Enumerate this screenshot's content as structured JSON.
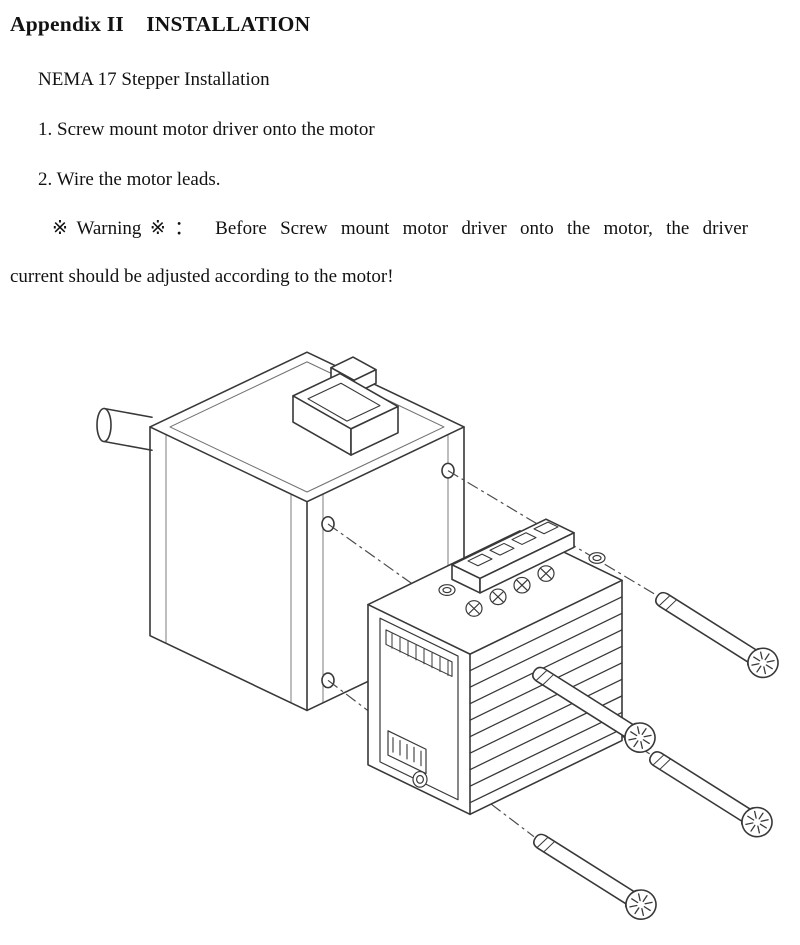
{
  "page": {
    "title": "Appendix II    INSTALLATION",
    "body": {
      "subtitle": "NEMA 17 Stepper Installation",
      "step1": "1. Screw mount motor driver onto the motor",
      "step2": "2. Wire the motor leads.",
      "warning_line1": "※Warning※： Before Screw mount motor driver onto the motor, the driver",
      "warning_line2": "current should be adjusted according to the motor!"
    },
    "figure": {
      "label": "Exploded isometric drawing: NEMA 17 stepper motor, screw-on motor driver with heatsink, and four mounting screws with dash-dot alignment lines"
    }
  }
}
